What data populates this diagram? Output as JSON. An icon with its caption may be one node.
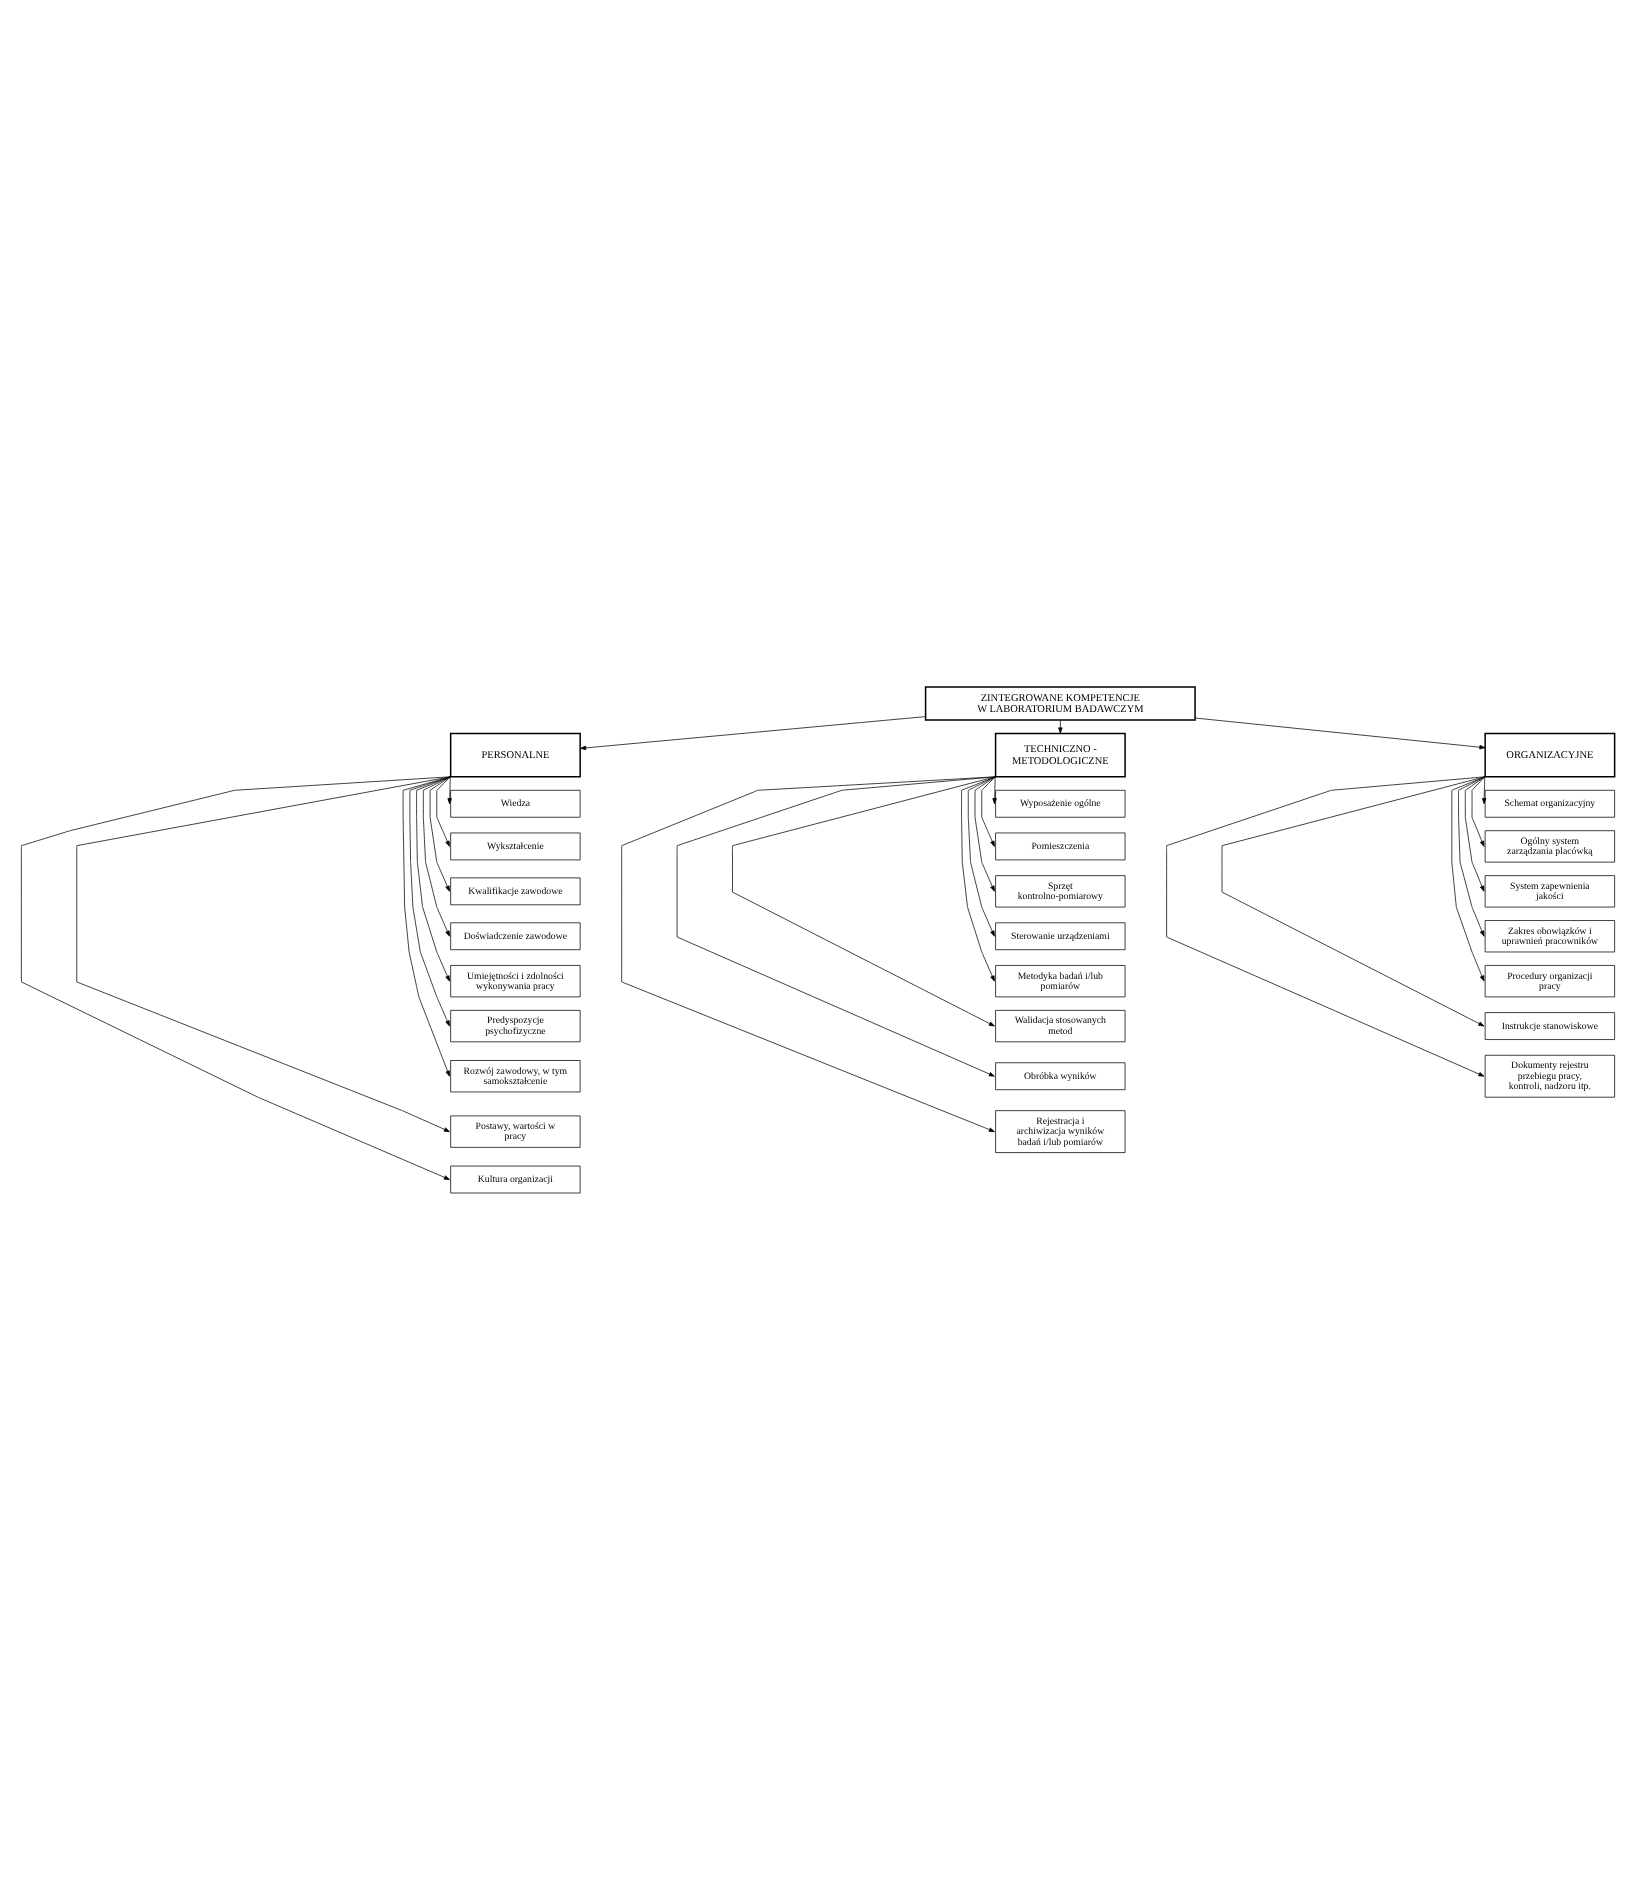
{
  "diagram": {
    "nodes": [
      {
        "text": [
          "ZINTEGROWANE KOMPETENCJE W LABORATORIUM BADAWCZYM"
        ]
      },
      {
        "text": [
          "PERSONALNE"
        ]
      },
      {
        "text": [
          "TECHNICZNO - METODOLOGICZNE"
        ]
      },
      {
        "text": [
          "ORGANIZACYJNE"
        ]
      },
      {
        "text": [
          "Wiedza"
        ]
      },
      {
        "text": [
          "Wykształcenie"
        ]
      },
      {
        "text": [
          "Kwalifikacje zawodowe"
        ]
      },
      {
        "text": [
          "Doświadczenie zawodowe"
        ]
      },
      {
        "text": [
          "Umiejętności i zdolności wykonywania pracy"
        ]
      },
      {
        "text": [
          "Predyspozycje psychofizyczne"
        ]
      },
      {
        "text": [
          "Rozwój zawodowy, w tym samokształcenie"
        ]
      },
      {
        "text": [
          "Postawy, wartości w pracy"
        ]
      },
      {
        "text": [
          "Kultura organizacji"
        ]
      },
      {
        "text": [
          "Wyposażenie ogólne"
        ]
      },
      {
        "text": [
          "Pomieszczenia"
        ]
      },
      {
        "text": [
          "Sprzęt kontrolno-pomiarowy"
        ]
      },
      {
        "text": [
          "Sterowanie urządzeniami"
        ]
      },
      {
        "text": [
          "Metodyka badań i/lub pomiarów"
        ]
      },
      {
        "text": [
          "Walidacja stosowanych metod"
        ]
      },
      {
        "text": [
          "Obróbka wyników"
        ]
      },
      {
        "text": [
          "Rejestracja i archiwizacja wyników badań i/lub pomiarów"
        ]
      },
      {
        "text": [
          "Schemat organizacyjny"
        ]
      },
      {
        "text": [
          "Ogólny system zarządzania placówką"
        ]
      },
      {
        "text": [
          "System zapewnienia jakości"
        ]
      },
      {
        "text": [
          "Zakres obowiązków i uprawnień pracowników"
        ]
      },
      {
        "text": [
          "Procedury organizacji pracy"
        ]
      },
      {
        "text": [
          "Instrukcje stanowiskowe"
        ]
      },
      {
        "text": [
          "Dokumenty rejestru przebiegu pracy, kontroli, nadzoru itp."
        ]
      }
    ],
    "edges": [
      {
        "from": 0,
        "to": 1,
        "arrow": "to"
      },
      {
        "from": 0,
        "to": 2,
        "arrow": "to"
      },
      {
        "from": 0,
        "to": 3,
        "arrow": "to"
      },
      {
        "from": 1,
        "to": 4,
        "arrow": "to"
      },
      {
        "from": 1,
        "to": 5,
        "arrow": "to"
      },
      {
        "from": 1,
        "to": 6,
        "arrow": "to"
      },
      {
        "from": 1,
        "to": 7,
        "arrow": "to"
      },
      {
        "from": 1,
        "to": 8,
        "arrow": "to"
      },
      {
        "from": 1,
        "to": 9,
        "arrow": "to"
      },
      {
        "from": 1,
        "to": 10,
        "arrow": "to"
      },
      {
        "from": 1,
        "to": 11,
        "arrow": "to"
      },
      {
        "from": 1,
        "to": 12,
        "arrow": "to"
      },
      {
        "from": 2,
        "to": 13,
        "arrow": "to"
      },
      {
        "from": 2,
        "to": 14,
        "arrow": "to"
      },
      {
        "from": 2,
        "to": 15,
        "arrow": "to"
      },
      {
        "from": 2,
        "to": 16,
        "arrow": "to"
      },
      {
        "from": 2,
        "to": 17,
        "arrow": "to"
      },
      {
        "from": 2,
        "to": 18,
        "arrow": "to"
      },
      {
        "from": 2,
        "to": 19,
        "arrow": "to"
      },
      {
        "from": 2,
        "to": 20,
        "arrow": "to"
      },
      {
        "from": 3,
        "to": 21,
        "arrow": "to"
      },
      {
        "from": 3,
        "to": 22,
        "arrow": "to"
      },
      {
        "from": 3,
        "to": 23,
        "arrow": "to"
      },
      {
        "from": 3,
        "to": 24,
        "arrow": "to"
      },
      {
        "from": 3,
        "to": 25,
        "arrow": "to"
      },
      {
        "from": 3,
        "to": 26,
        "arrow": "to"
      },
      {
        "from": 3,
        "to": 27,
        "arrow": "to"
      }
    ]
  }
}
